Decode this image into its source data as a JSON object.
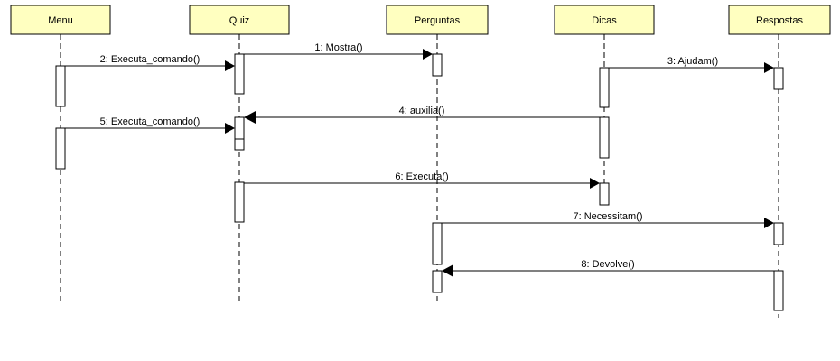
{
  "diagram": {
    "colors": {
      "lifeline_box_fill": "#ffffc0",
      "lifeline_box_stroke": "#000000",
      "activation_fill": "#ffffff",
      "line": "#000000"
    },
    "lifelines": [
      {
        "id": "menu",
        "label": "Menu"
      },
      {
        "id": "quiz",
        "label": "Quiz"
      },
      {
        "id": "perguntas",
        "label": "Perguntas"
      },
      {
        "id": "dicas",
        "label": "Dicas"
      },
      {
        "id": "respostas",
        "label": "Respostas"
      }
    ],
    "messages": [
      {
        "label": "1: Mostra()",
        "from": "quiz",
        "to": "perguntas"
      },
      {
        "label": "2: Executa_comando()",
        "from": "menu",
        "to": "quiz"
      },
      {
        "label": "3: Ajudam()",
        "from": "dicas",
        "to": "respostas"
      },
      {
        "label": "4: auxilia()",
        "from": "dicas",
        "to": "quiz"
      },
      {
        "label": "5: Executa_comando()",
        "from": "menu",
        "to": "quiz"
      },
      {
        "label": "6: Executa()",
        "from": "quiz",
        "to": "dicas"
      },
      {
        "label": "7: Necessitam()",
        "from": "perguntas",
        "to": "respostas"
      },
      {
        "label": "8: Devolve()",
        "from": "respostas",
        "to": "perguntas"
      }
    ]
  }
}
